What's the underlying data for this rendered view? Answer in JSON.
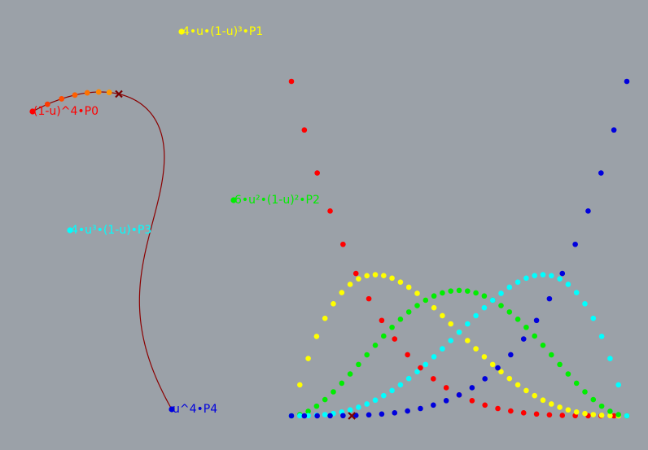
{
  "control_points": [
    {
      "id": "P0",
      "label": "(1-u)^4•P0",
      "color": "#ff0000"
    },
    {
      "id": "P1",
      "label": "4•u•(1-u)³•P1",
      "color": "#ffff00"
    },
    {
      "id": "P2",
      "label": "6•u²•(1-u)²•P2",
      "color": "#00ee00"
    },
    {
      "id": "P3",
      "label": "4•u³•(1-u)•P3",
      "color": "#00ffff"
    },
    {
      "id": "P4",
      "label": "u^4•P4",
      "color": "#0000dd"
    }
  ],
  "curve_color": "#8b0000",
  "param_u": 0.18,
  "chart_data": {
    "type": "scatter",
    "x": [
      0,
      0.0385,
      0.0769,
      0.1154,
      0.1538,
      0.1923,
      0.2308,
      0.2692,
      0.3077,
      0.3462,
      0.3846,
      0.4231,
      0.4615,
      0.5,
      0.5385,
      0.5769,
      0.6154,
      0.6538,
      0.6923,
      0.7308,
      0.7692,
      0.8077,
      0.8462,
      0.8846,
      0.9231,
      0.9615,
      1
    ],
    "series": [
      {
        "id": "B0",
        "color": "#ff0000"
      },
      {
        "id": "B1",
        "color": "#ffff00"
      },
      {
        "id": "B2",
        "color": "#00ee00"
      },
      {
        "id": "B3",
        "color": "#00ffff"
      },
      {
        "id": "B4",
        "color": "#0000dd"
      }
    ],
    "xlim": [
      0,
      1
    ],
    "ylim": [
      0,
      1
    ],
    "marker_u": 0.18
  }
}
